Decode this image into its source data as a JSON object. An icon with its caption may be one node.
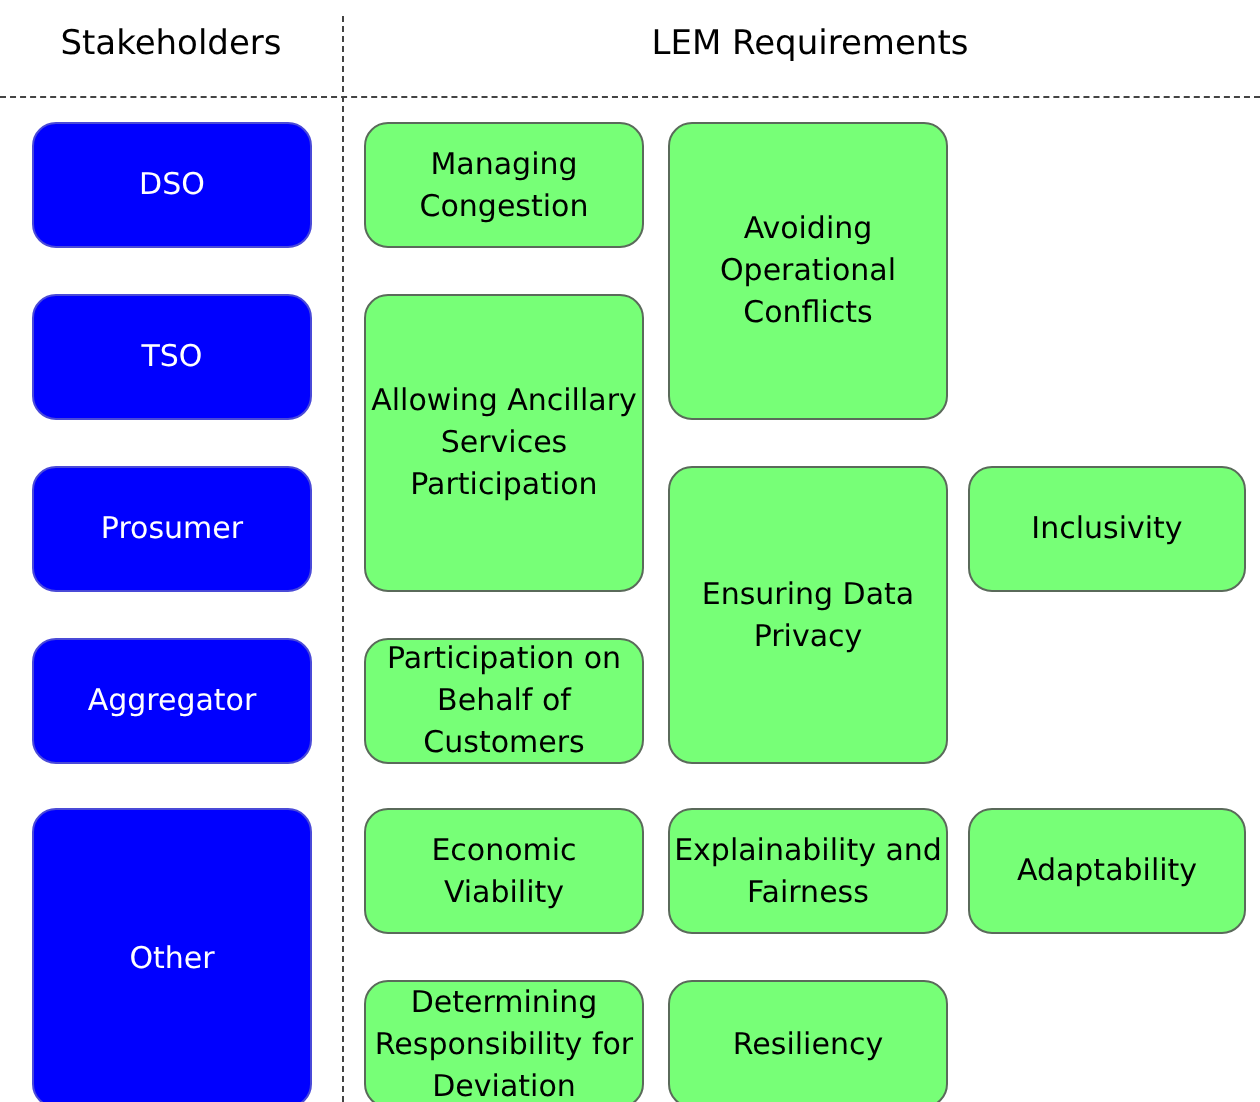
{
  "diagram": {
    "nodes": [
      {
        "text": [
          "DSO"
        ]
      },
      {
        "text": [
          "TSO"
        ]
      },
      {
        "text": [
          "Prosumer"
        ]
      },
      {
        "text": [
          "Aggregator"
        ]
      },
      {
        "text": [
          "Other"
        ]
      },
      {
        "text": [
          "Managing Congestion"
        ]
      },
      {
        "text": [
          "Avoiding Operational Conflicts"
        ]
      },
      {
        "text": [
          "Allowing Ancillary Services Participation"
        ]
      },
      {
        "text": [
          "Ensuring Data Privacy"
        ]
      },
      {
        "text": [
          "Inclusivity"
        ]
      },
      {
        "text": [
          "Participation on Behalf of Customers"
        ]
      },
      {
        "text": [
          "Economic Viability"
        ]
      },
      {
        "text": [
          "Explainability and Fairness"
        ]
      },
      {
        "text": [
          "Adaptability"
        ]
      },
      {
        "text": [
          "Determining Responsibility for Deviation"
        ]
      },
      {
        "text": [
          "Resiliency"
        ]
      }
    ],
    "edges": [],
    "labels": [
      "Stakeholders",
      "LEM Requirements"
    ]
  }
}
